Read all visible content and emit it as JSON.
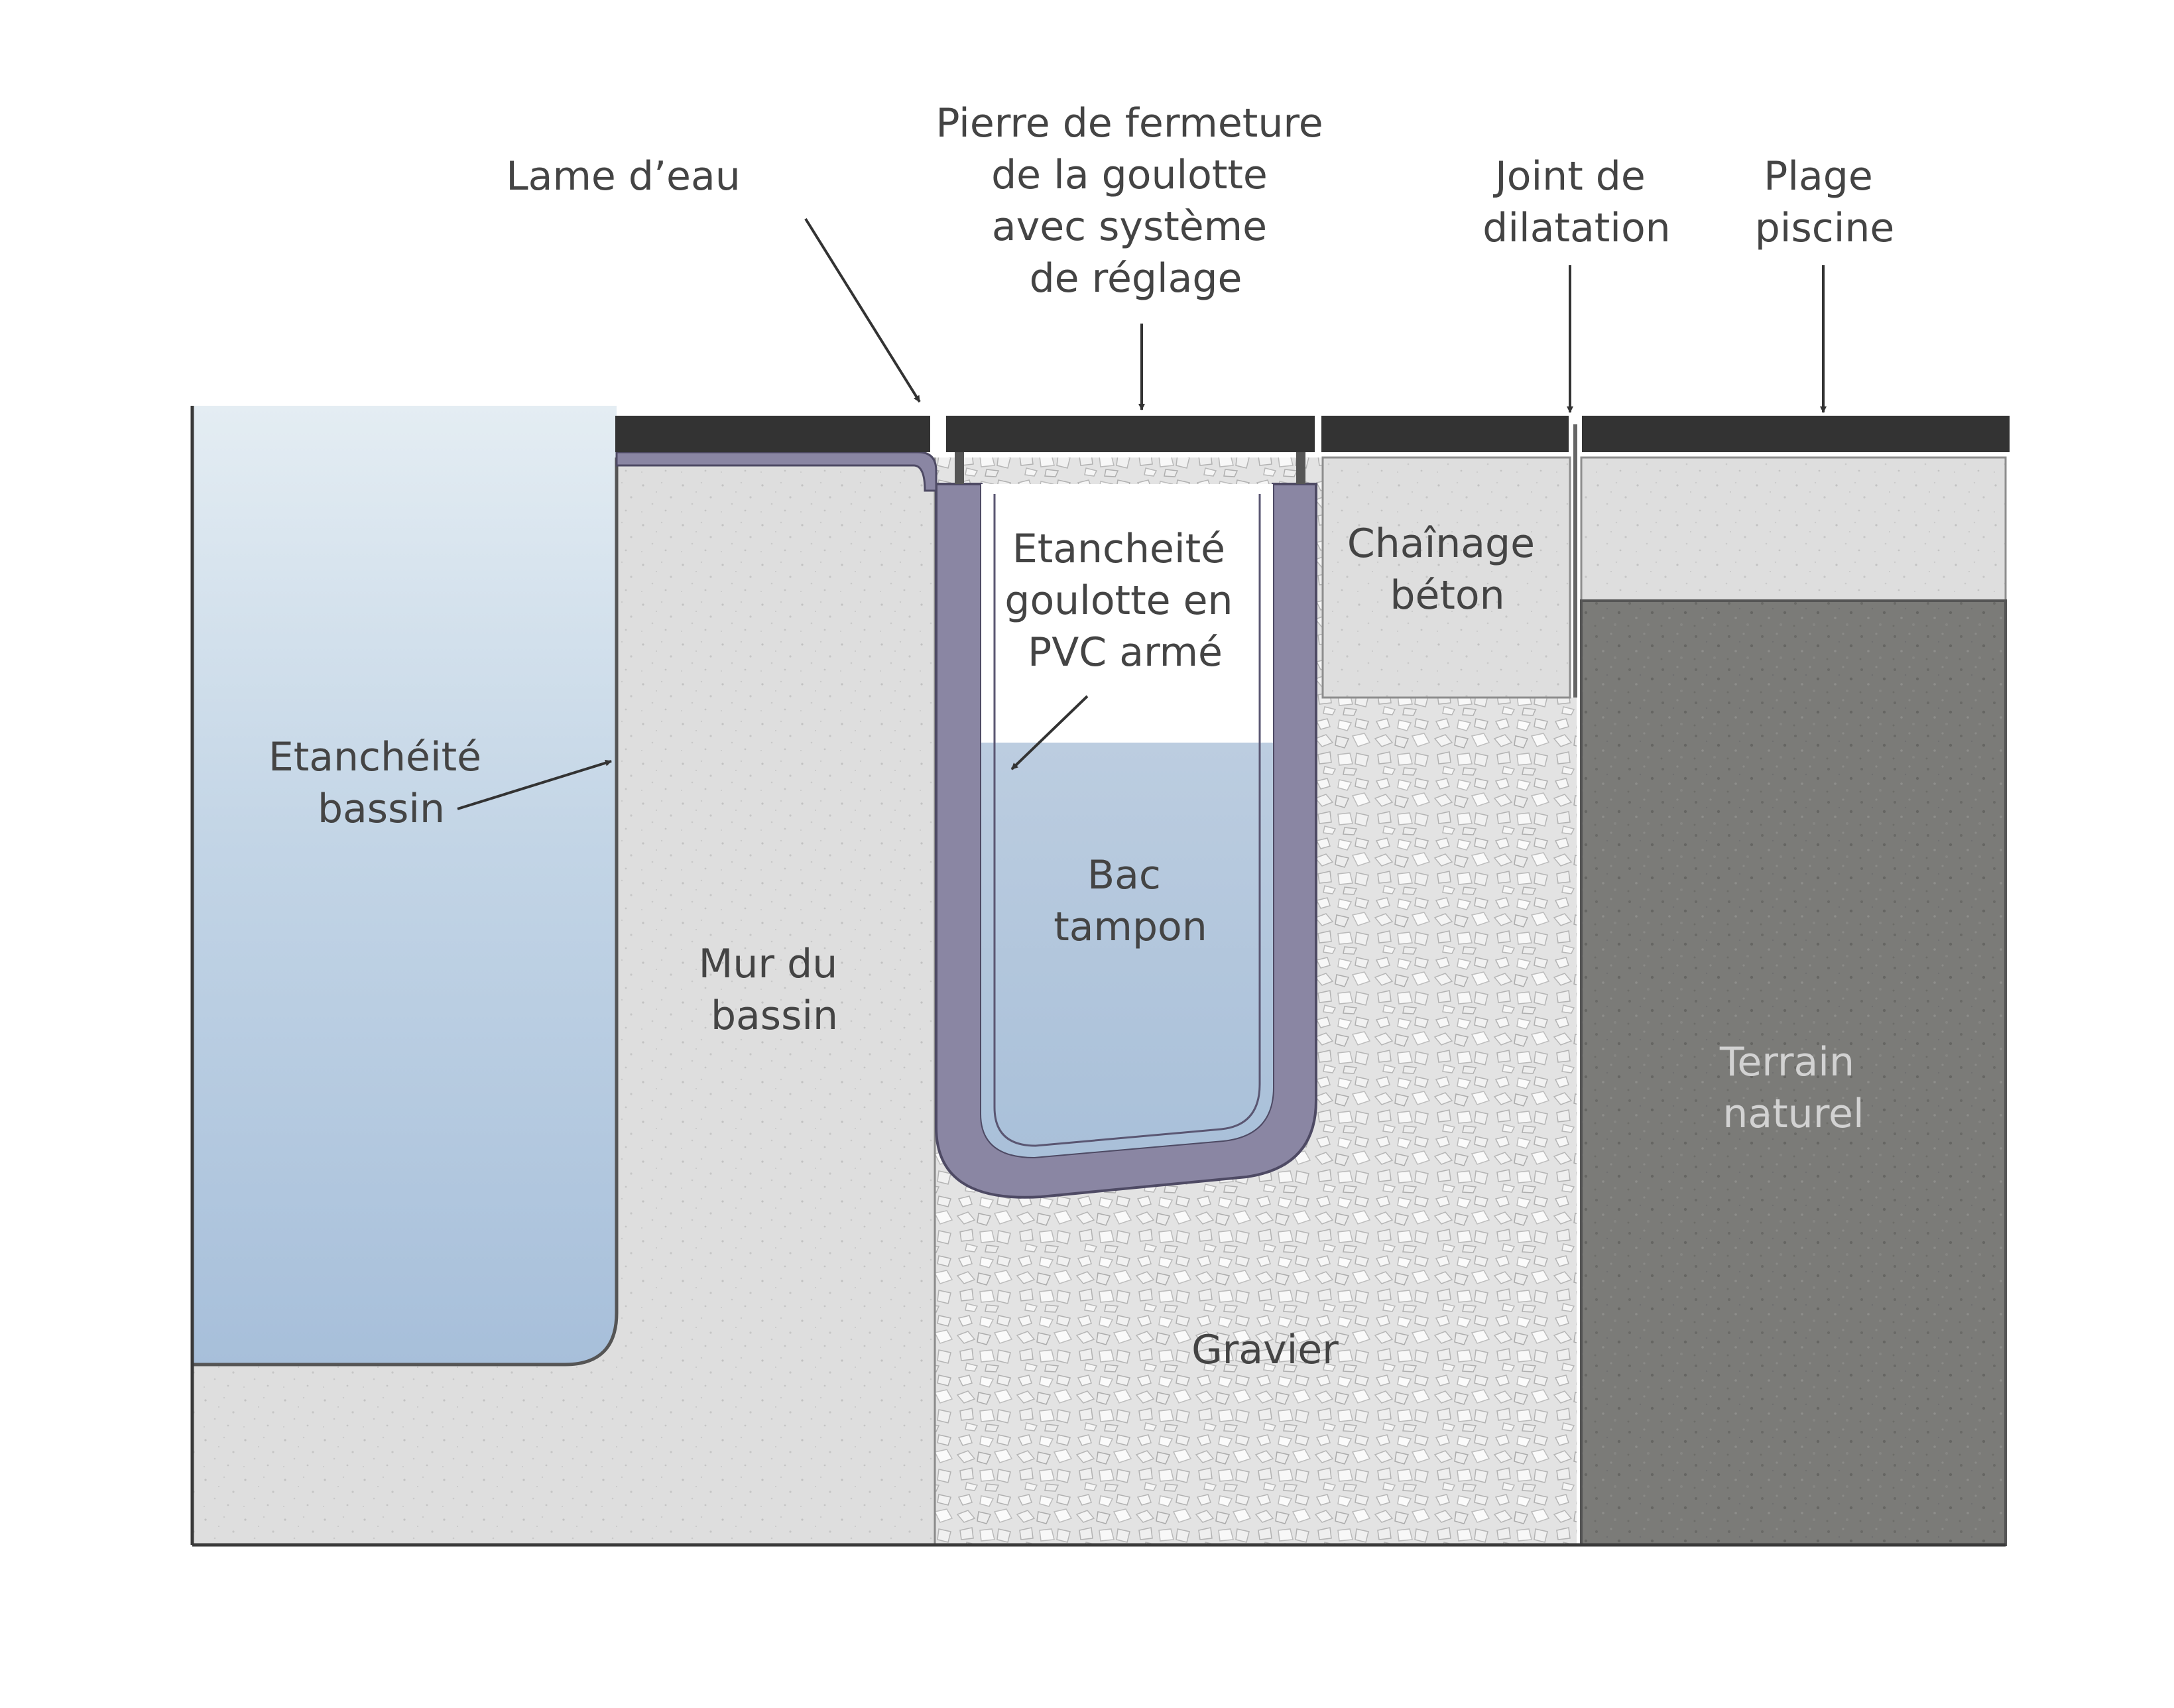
{
  "labels": {
    "lame_eau": "Lame d’eau",
    "pierre_fermeture": [
      "Pierre de fermeture",
      "de la goulotte",
      "avec système",
      "de réglage"
    ],
    "joint_dilatation": [
      "Joint de",
      "dilatation"
    ],
    "plage_piscine": [
      "Plage",
      "piscine"
    ],
    "etancheite_goulotte": [
      "Etancheité",
      "goulotte en",
      "PVC armé"
    ],
    "chainage_beton": [
      "Chaînage",
      "béton"
    ],
    "etancheite_bassin": [
      "Etanchéité",
      "bassin"
    ],
    "bac_tampon": [
      "Bac",
      "tampon"
    ],
    "mur_bassin": [
      "Mur du",
      "bassin"
    ],
    "terrain_naturel": [
      "Terrain",
      "naturel"
    ],
    "gravier": "Gravier"
  },
  "colors": {
    "water": "#b9cde2",
    "concrete": "#dcdcdc",
    "gravel": "#e6e6e6",
    "soil": "#7c7c79",
    "pvc_liner": "#8a86a3",
    "coping_stone": "#333333",
    "text": "#444444",
    "text_on_soil": "#d2d2d2"
  }
}
